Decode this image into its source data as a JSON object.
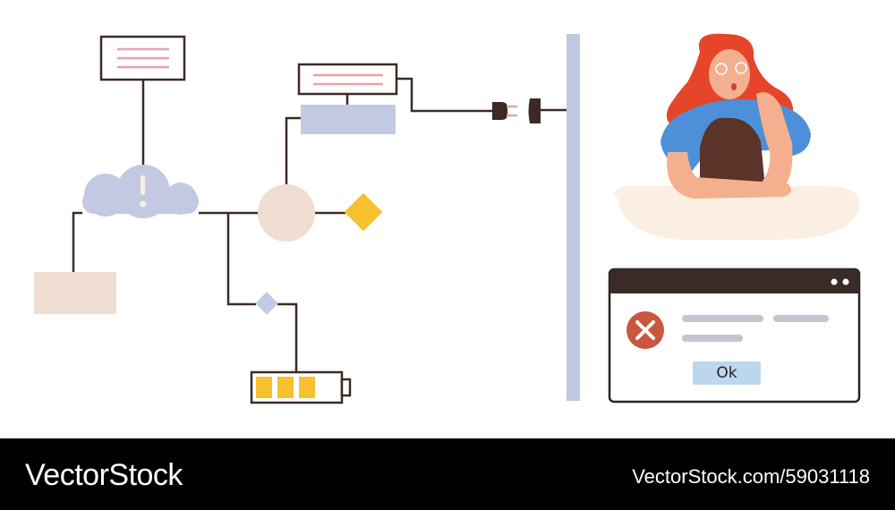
{
  "dialog": {
    "ok_label": "Ok",
    "status": "error-icon"
  },
  "watermark": {
    "brand": "VectorStock",
    "stock_id": "VectorStock.com/59031118"
  },
  "icons": {
    "alert": "exclamation-icon",
    "connection": "plug-icon",
    "power": "battery-icon",
    "error": "error-icon",
    "window_controls": "window-dots-icon"
  },
  "battery": {
    "level": 0.75
  },
  "colors": {
    "line": "#3d2a25",
    "cloud": "#c3c9e3",
    "peach": "#f0ddd2",
    "yellow": "#f6c02e",
    "divider": "#c0c7e2",
    "error_red": "#c9563e",
    "button": "#bcd6ee",
    "hair": "#e6452a",
    "shirt": "#4d8fd9",
    "table": "#fbeee2"
  }
}
